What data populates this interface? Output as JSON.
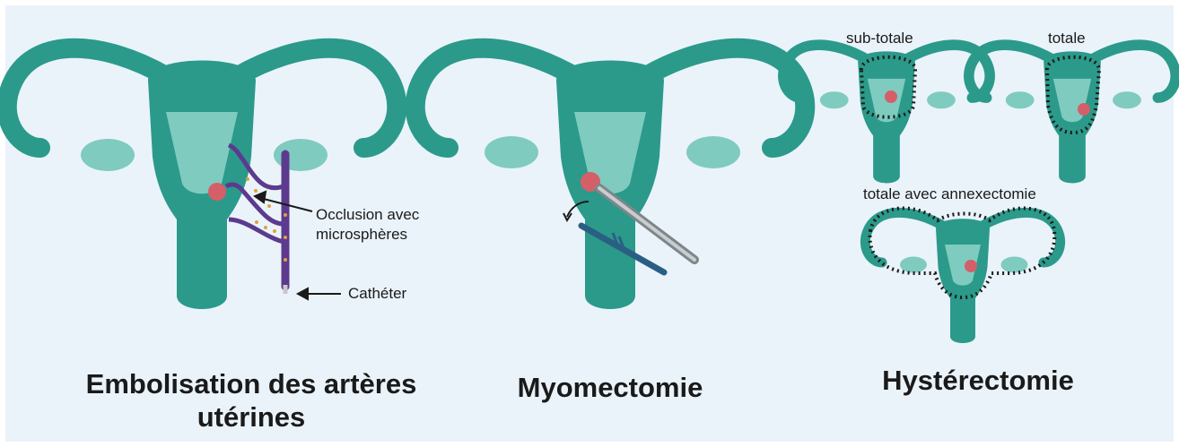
{
  "colors": {
    "background": "#eaf3fa",
    "uterus": "#2b9a8a",
    "cavity": "#7fcbbf",
    "fibroid": "#d45f68",
    "catheter": "#5c3a8e",
    "microspheres": "#e0a23c",
    "instrument": "#9aa0a4",
    "outline": "#1a1a1a"
  },
  "panels": {
    "embolisation": {
      "title": "Embolisation des artères utérines",
      "occlusion_label": "Occlusion avec\nmicrosphères",
      "catheter_label": "Cathéter"
    },
    "myomectomie": {
      "title": "Myomectomie"
    },
    "hysterectomie": {
      "title": "Hystérectomie",
      "subtotal_label": "sub-totale",
      "total_label": "totale",
      "annex_label": "totale avec annexectomie"
    }
  },
  "icons": [
    "uterus-icon",
    "fibroid-icon",
    "catheter-icon",
    "forceps-icon",
    "scalpel-icon",
    "arrow-icon",
    "dotted-outline-icon"
  ]
}
